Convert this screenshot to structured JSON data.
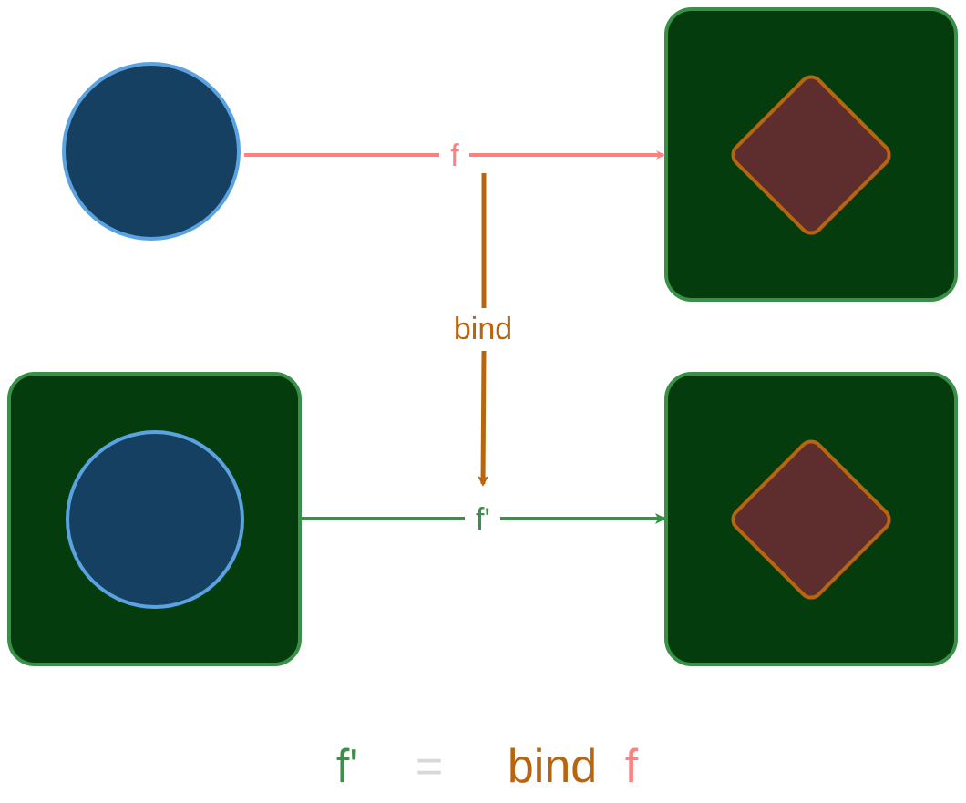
{
  "labels": {
    "top_arrow": "f",
    "vertical_arrow": "bind",
    "bottom_arrow": "f'"
  },
  "formula": {
    "lhs": "f'",
    "equals": "=",
    "op": "bind",
    "arg": "f"
  },
  "colors": {
    "box_fill": "#043c0e",
    "box_stroke": "#3a9048",
    "circle_fill": "#164062",
    "circle_stroke": "#5ba3e0",
    "diamond_fill": "#5e2e2e",
    "diamond_stroke": "#b86510",
    "f_color": "#ff8080",
    "bind_color": "#b86510",
    "fprime_color": "#3a9048",
    "equals_color": "#d8d8d8"
  }
}
